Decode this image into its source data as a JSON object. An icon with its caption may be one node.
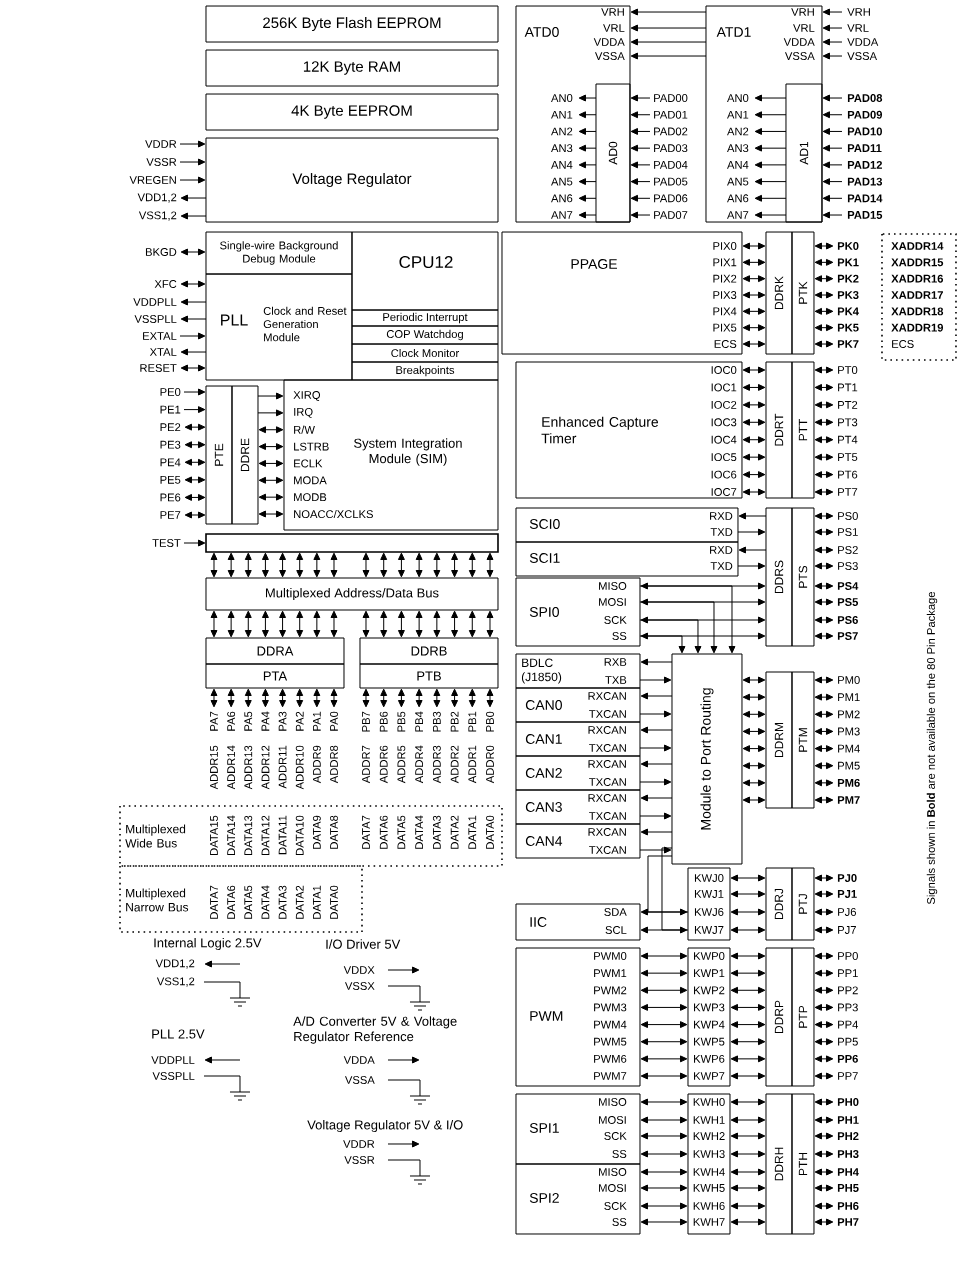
{
  "diagram": {
    "nodes": [
      {
        "text": [
          "256K Byte Flash EEPROM"
        ]
      },
      {
        "text": [
          "12K Byte RAM"
        ]
      },
      {
        "text": [
          "4K Byte EEPROM"
        ]
      },
      {
        "text": [
          "Voltage Regulator"
        ],
        "beside": [
          "VDDR",
          "VSSR",
          "VREGEN",
          "VDD1,2",
          "VSS1,2"
        ]
      },
      {
        "text": [
          "Single-wire Background Debug Module"
        ],
        "beside": [
          "BKGD"
        ]
      },
      {
        "text": [
          "CPU12"
        ]
      },
      {
        "text": [
          "PLL",
          "Clock and Reset Generation Module"
        ],
        "beside": [
          "XFC",
          "VDDPLL",
          "VSSPLL",
          "EXTAL",
          "XTAL",
          "RESET"
        ]
      },
      {
        "text": [
          "Periodic Interrupt"
        ]
      },
      {
        "text": [
          "COP Watchdog"
        ]
      },
      {
        "text": [
          "Clock Monitor"
        ]
      },
      {
        "text": [
          "Breakpoints"
        ]
      },
      {
        "text": [
          "PTE"
        ],
        "beside": [
          "PE0",
          "PE1",
          "PE2",
          "PE3",
          "PE4",
          "PE5",
          "PE6",
          "PE7"
        ]
      },
      {
        "text": [
          "DDRE"
        ]
      },
      {
        "text": [
          "System Integration Module (SIM)"
        ]
      },
      {
        "text": [],
        "shape": "bar",
        "beside": [
          "TEST"
        ]
      },
      {
        "text": [
          "Multiplexed Address/Data Bus"
        ]
      },
      {
        "text": [
          "DDRA"
        ]
      },
      {
        "text": [
          "PTA"
        ],
        "beside": [
          "PA7",
          "PA6",
          "PA5",
          "PA4",
          "PA3",
          "PA2",
          "PA1",
          "PA0"
        ]
      },
      {
        "text": [
          "DDRB"
        ]
      },
      {
        "text": [
          "PTB"
        ],
        "beside": [
          "PB7",
          "PB6",
          "PB5",
          "PB4",
          "PB3",
          "PB2",
          "PB1",
          "PB0"
        ]
      },
      {
        "text": [
          "ATD0"
        ],
        "beside": [
          "PAD00",
          "PAD01",
          "PAD02",
          "PAD03",
          "PAD04",
          "PAD05",
          "PAD06",
          "PAD07"
        ]
      },
      {
        "text": [
          "AD0"
        ],
        "in": 20,
        "beside": [
          "AN0",
          "AN1",
          "AN2",
          "AN3",
          "AN4",
          "AN5",
          "AN6",
          "AN7"
        ]
      },
      {
        "text": [
          "ATD1"
        ],
        "beside": [
          "VRH",
          "VRL",
          "VDDA",
          "VSSA",
          "PAD08",
          "PAD09",
          "PAD10",
          "PAD11",
          "PAD12",
          "PAD13",
          "PAD14",
          "PAD15"
        ]
      },
      {
        "text": [
          "AD1"
        ],
        "in": 22,
        "beside": [
          "AN0",
          "AN1",
          "AN2",
          "AN3",
          "AN4",
          "AN5",
          "AN6",
          "AN7"
        ]
      },
      {
        "text": [
          "PPAGE"
        ]
      },
      {
        "text": [
          "DDRK"
        ]
      },
      {
        "text": [
          "PTK"
        ],
        "beside": [
          "PK0",
          "PK1",
          "PK2",
          "PK3",
          "PK4",
          "PK5",
          "PK7"
        ]
      },
      {
        "text": [
          "Enhanced Capture Timer"
        ]
      },
      {
        "text": [
          "DDRT"
        ]
      },
      {
        "text": [
          "PTT"
        ],
        "beside": [
          "PT0",
          "PT1",
          "PT2",
          "PT3",
          "PT4",
          "PT5",
          "PT6",
          "PT7"
        ]
      },
      {
        "text": [
          "SCI0"
        ]
      },
      {
        "text": [
          "SCI1"
        ]
      },
      {
        "text": [
          "SPI0"
        ]
      },
      {
        "text": [
          "DDRS"
        ]
      },
      {
        "text": [
          "PTS"
        ],
        "beside": [
          "PS0",
          "PS1",
          "PS2",
          "PS3",
          "PS4",
          "PS5",
          "PS6",
          "PS7"
        ]
      },
      {
        "text": [
          "BDLC (J1850)"
        ]
      },
      {
        "text": [
          "CAN0"
        ]
      },
      {
        "text": [
          "CAN1"
        ]
      },
      {
        "text": [
          "CAN2"
        ]
      },
      {
        "text": [
          "CAN3"
        ]
      },
      {
        "text": [
          "CAN4"
        ]
      },
      {
        "text": [
          "Module to Port Routing"
        ]
      },
      {
        "text": [
          "DDRM"
        ]
      },
      {
        "text": [
          "PTM"
        ],
        "beside": [
          "PM0",
          "PM1",
          "PM2",
          "PM3",
          "PM4",
          "PM5",
          "PM6",
          "PM7"
        ]
      },
      {
        "text": [],
        "shape": "box"
      },
      {
        "text": [
          "DDRJ"
        ]
      },
      {
        "text": [
          "PTJ"
        ],
        "beside": [
          "PJ0",
          "PJ1",
          "PJ6",
          "PJ7"
        ]
      },
      {
        "text": [
          "IIC"
        ]
      },
      {
        "text": [
          "PWM"
        ]
      },
      {
        "text": [],
        "shape": "box"
      },
      {
        "text": [
          "DDRP"
        ]
      },
      {
        "text": [
          "PTP"
        ],
        "beside": [
          "PP0",
          "PP1",
          "PP2",
          "PP3",
          "PP4",
          "PP5",
          "PP6",
          "PP7"
        ]
      },
      {
        "text": [
          "SPI1"
        ]
      },
      {
        "text": [
          "SPI2"
        ]
      },
      {
        "text": [],
        "shape": "box"
      },
      {
        "text": [
          "DDRH"
        ]
      },
      {
        "text": [
          "PTH"
        ],
        "beside": [
          "PH0",
          "PH1",
          "PH2",
          "PH3",
          "PH4",
          "PH5",
          "PH6",
          "PH7"
        ]
      }
    ],
    "edges": [
      {
        "from": 22,
        "to": 20,
        "arrow": "to"
      },
      {
        "from": 22,
        "to": 20,
        "arrow": "to"
      },
      {
        "from": 22,
        "to": 20,
        "arrow": "to"
      },
      {
        "from": 22,
        "to": 20,
        "arrow": "to"
      },
      {
        "from": 24,
        "to": 25,
        "arrow": "both"
      },
      {
        "from": 24,
        "to": 25,
        "arrow": "both"
      },
      {
        "from": 24,
        "to": 25,
        "arrow": "both"
      },
      {
        "from": 24,
        "to": 25,
        "arrow": "both"
      },
      {
        "from": 24,
        "to": 25,
        "arrow": "both"
      },
      {
        "from": 24,
        "to": 25,
        "arrow": "both"
      },
      {
        "from": 24,
        "to": 25,
        "arrow": "both"
      },
      {
        "from": 27,
        "to": 28,
        "arrow": "both"
      },
      {
        "from": 27,
        "to": 28,
        "arrow": "both"
      },
      {
        "from": 27,
        "to": 28,
        "arrow": "both"
      },
      {
        "from": 27,
        "to": 28,
        "arrow": "both"
      },
      {
        "from": 27,
        "to": 28,
        "arrow": "both"
      },
      {
        "from": 27,
        "to": 28,
        "arrow": "both"
      },
      {
        "from": 27,
        "to": 28,
        "arrow": "both"
      },
      {
        "from": 27,
        "to": 28,
        "arrow": "both"
      },
      {
        "from": 33,
        "to": 30,
        "arrow": "to"
      },
      {
        "from": 30,
        "to": 33,
        "arrow": "to"
      },
      {
        "from": 33,
        "to": 31,
        "arrow": "to"
      },
      {
        "from": 31,
        "to": 33,
        "arrow": "to"
      },
      {
        "from": 32,
        "to": 33,
        "arrow": "both"
      },
      {
        "from": 32,
        "to": 33,
        "arrow": "both"
      },
      {
        "from": 32,
        "to": 33,
        "arrow": "both"
      },
      {
        "from": 32,
        "to": 33,
        "arrow": "both"
      },
      {
        "from": 41,
        "to": 35,
        "arrow": "to"
      },
      {
        "from": 35,
        "to": 41,
        "arrow": "to"
      },
      {
        "from": 41,
        "to": 36,
        "arrow": "to"
      },
      {
        "from": 36,
        "to": 41,
        "arrow": "to"
      },
      {
        "from": 41,
        "to": 37,
        "arrow": "to"
      },
      {
        "from": 37,
        "to": 41,
        "arrow": "to"
      },
      {
        "from": 41,
        "to": 38,
        "arrow": "to"
      },
      {
        "from": 38,
        "to": 41,
        "arrow": "to"
      },
      {
        "from": 41,
        "to": 39,
        "arrow": "to"
      },
      {
        "from": 39,
        "to": 41,
        "arrow": "to"
      },
      {
        "from": 41,
        "to": 40,
        "arrow": "to"
      },
      {
        "from": 40,
        "to": 41,
        "arrow": "to"
      },
      {
        "from": 41,
        "to": 42,
        "arrow": "both"
      },
      {
        "from": 41,
        "to": 42,
        "arrow": "both"
      },
      {
        "from": 41,
        "to": 42,
        "arrow": "both"
      },
      {
        "from": 41,
        "to": 42,
        "arrow": "both"
      },
      {
        "from": 41,
        "to": 42,
        "arrow": "both"
      },
      {
        "from": 41,
        "to": 42,
        "arrow": "both"
      },
      {
        "from": 41,
        "to": 42,
        "arrow": "both"
      },
      {
        "from": 41,
        "to": 42,
        "arrow": "both"
      },
      {
        "from": 44,
        "to": 45,
        "arrow": "both"
      },
      {
        "from": 44,
        "to": 45,
        "arrow": "both"
      },
      {
        "from": 44,
        "to": 45,
        "arrow": "both"
      },
      {
        "from": 44,
        "to": 45,
        "arrow": "both"
      },
      {
        "from": 47,
        "to": 44,
        "arrow": "both"
      },
      {
        "from": 47,
        "to": 44,
        "arrow": "both"
      },
      {
        "from": 48,
        "to": 49,
        "arrow": "both"
      },
      {
        "from": 48,
        "to": 49,
        "arrow": "both"
      },
      {
        "from": 48,
        "to": 49,
        "arrow": "both"
      },
      {
        "from": 48,
        "to": 49,
        "arrow": "both"
      },
      {
        "from": 48,
        "to": 49,
        "arrow": "both"
      },
      {
        "from": 48,
        "to": 49,
        "arrow": "both"
      },
      {
        "from": 48,
        "to": 49,
        "arrow": "both"
      },
      {
        "from": 48,
        "to": 49,
        "arrow": "both"
      },
      {
        "from": 49,
        "to": 50,
        "arrow": "both"
      },
      {
        "from": 49,
        "to": 50,
        "arrow": "both"
      },
      {
        "from": 49,
        "to": 50,
        "arrow": "both"
      },
      {
        "from": 49,
        "to": 50,
        "arrow": "both"
      },
      {
        "from": 49,
        "to": 50,
        "arrow": "both"
      },
      {
        "from": 49,
        "to": 50,
        "arrow": "both"
      },
      {
        "from": 49,
        "to": 50,
        "arrow": "both"
      },
      {
        "from": 49,
        "to": 50,
        "arrow": "both"
      },
      {
        "from": 52,
        "to": 54,
        "arrow": "both"
      },
      {
        "from": 52,
        "to": 54,
        "arrow": "both"
      },
      {
        "from": 52,
        "to": 54,
        "arrow": "both"
      },
      {
        "from": 52,
        "to": 54,
        "arrow": "both"
      },
      {
        "from": 53,
        "to": 54,
        "arrow": "both"
      },
      {
        "from": 53,
        "to": 54,
        "arrow": "both"
      },
      {
        "from": 53,
        "to": 54,
        "arrow": "both"
      },
      {
        "from": 53,
        "to": 54,
        "arrow": "both"
      },
      {
        "from": 54,
        "to": 55,
        "arrow": "both"
      },
      {
        "from": 54,
        "to": 55,
        "arrow": "both"
      },
      {
        "from": 54,
        "to": 55,
        "arrow": "both"
      },
      {
        "from": 54,
        "to": 55,
        "arrow": "both"
      },
      {
        "from": 54,
        "to": 55,
        "arrow": "both"
      },
      {
        "from": 54,
        "to": 55,
        "arrow": "both"
      },
      {
        "from": 54,
        "to": 55,
        "arrow": "both"
      },
      {
        "from": 54,
        "to": 55,
        "arrow": "both"
      },
      {
        "from": 12,
        "to": 13,
        "arrow": "to"
      },
      {
        "from": 12,
        "to": 13,
        "arrow": "to"
      },
      {
        "from": 12,
        "to": 13,
        "arrow": "both"
      },
      {
        "from": 12,
        "to": 13,
        "arrow": "both"
      },
      {
        "from": 12,
        "to": 13,
        "arrow": "both"
      },
      {
        "from": 12,
        "to": 13,
        "arrow": "both"
      },
      {
        "from": 12,
        "to": 13,
        "arrow": "both"
      },
      {
        "from": 12,
        "to": 13,
        "arrow": "both"
      },
      {
        "from": 14,
        "to": 15,
        "arrow": "both"
      },
      {
        "from": 14,
        "to": 15,
        "arrow": "both"
      },
      {
        "from": 14,
        "to": 15,
        "arrow": "both"
      },
      {
        "from": 14,
        "to": 15,
        "arrow": "both"
      },
      {
        "from": 14,
        "to": 15,
        "arrow": "both"
      },
      {
        "from": 14,
        "to": 15,
        "arrow": "both"
      },
      {
        "from": 14,
        "to": 15,
        "arrow": "both"
      },
      {
        "from": 14,
        "to": 15,
        "arrow": "both"
      },
      {
        "from": 14,
        "to": 15,
        "arrow": "both"
      },
      {
        "from": 14,
        "to": 15,
        "arrow": "both"
      },
      {
        "from": 14,
        "to": 15,
        "arrow": "both"
      },
      {
        "from": 14,
        "to": 15,
        "arrow": "both"
      },
      {
        "from": 14,
        "to": 15,
        "arrow": "both"
      },
      {
        "from": 14,
        "to": 15,
        "arrow": "both"
      },
      {
        "from": 14,
        "to": 15,
        "arrow": "both"
      },
      {
        "from": 14,
        "to": 15,
        "arrow": "both"
      },
      {
        "from": 15,
        "to": 16,
        "arrow": "both"
      },
      {
        "from": 15,
        "to": 16,
        "arrow": "both"
      },
      {
        "from": 15,
        "to": 16,
        "arrow": "both"
      },
      {
        "from": 15,
        "to": 16,
        "arrow": "both"
      },
      {
        "from": 15,
        "to": 16,
        "arrow": "both"
      },
      {
        "from": 15,
        "to": 16,
        "arrow": "both"
      },
      {
        "from": 15,
        "to": 16,
        "arrow": "both"
      },
      {
        "from": 15,
        "to": 16,
        "arrow": "both"
      },
      {
        "from": 15,
        "to": 18,
        "arrow": "both"
      },
      {
        "from": 15,
        "to": 18,
        "arrow": "both"
      },
      {
        "from": 15,
        "to": 18,
        "arrow": "both"
      },
      {
        "from": 15,
        "to": 18,
        "arrow": "both"
      },
      {
        "from": 15,
        "to": 18,
        "arrow": "both"
      },
      {
        "from": 15,
        "to": 18,
        "arrow": "both"
      },
      {
        "from": 15,
        "to": 18,
        "arrow": "both"
      },
      {
        "from": 15,
        "to": 18,
        "arrow": "both"
      },
      {
        "from": 32,
        "to": 41,
        "arrow": "to"
      },
      {
        "from": 32,
        "to": 41,
        "arrow": "to"
      },
      {
        "from": 32,
        "to": 41,
        "arrow": "to"
      },
      {
        "from": 32,
        "to": 41,
        "arrow": "to"
      },
      {
        "from": 41,
        "to": 44,
        "arrow": "none"
      },
      {
        "from": 41,
        "to": 44,
        "arrow": "none"
      },
      {
        "from": null,
        "to": 3,
        "arrow": "to"
      },
      {
        "from": null,
        "to": 3,
        "arrow": "to"
      },
      {
        "from": null,
        "to": 3,
        "arrow": "to"
      },
      {
        "from": 3,
        "to": null,
        "arrow": "to"
      },
      {
        "from": 3,
        "to": null,
        "arrow": "to"
      },
      {
        "from": null,
        "to": 4,
        "arrow": "both"
      },
      {
        "from": null,
        "to": 6,
        "arrow": "both"
      },
      {
        "from": 6,
        "to": null,
        "arrow": "to"
      },
      {
        "from": 6,
        "to": null,
        "arrow": "to"
      },
      {
        "from": null,
        "to": 6,
        "arrow": "to"
      },
      {
        "from": 6,
        "to": null,
        "arrow": "to"
      },
      {
        "from": null,
        "to": 6,
        "arrow": "both"
      },
      {
        "from": null,
        "to": 11,
        "arrow": "to"
      },
      {
        "from": null,
        "to": 11,
        "arrow": "to"
      },
      {
        "from": null,
        "to": 11,
        "arrow": "both"
      },
      {
        "from": null,
        "to": 11,
        "arrow": "both"
      },
      {
        "from": null,
        "to": 11,
        "arrow": "both"
      },
      {
        "from": null,
        "to": 11,
        "arrow": "both"
      },
      {
        "from": null,
        "to": 11,
        "arrow": "both"
      },
      {
        "from": null,
        "to": 11,
        "arrow": "both"
      },
      {
        "from": null,
        "to": 14,
        "arrow": "to"
      },
      {
        "from": null,
        "to": 17,
        "arrow": "both"
      },
      {
        "from": null,
        "to": 17,
        "arrow": "both"
      },
      {
        "from": null,
        "to": 17,
        "arrow": "both"
      },
      {
        "from": null,
        "to": 17,
        "arrow": "both"
      },
      {
        "from": null,
        "to": 17,
        "arrow": "both"
      },
      {
        "from": null,
        "to": 17,
        "arrow": "both"
      },
      {
        "from": null,
        "to": 17,
        "arrow": "both"
      },
      {
        "from": null,
        "to": 17,
        "arrow": "both"
      },
      {
        "from": null,
        "to": 19,
        "arrow": "both"
      },
      {
        "from": null,
        "to": 19,
        "arrow": "both"
      },
      {
        "from": null,
        "to": 19,
        "arrow": "both"
      },
      {
        "from": null,
        "to": 19,
        "arrow": "both"
      },
      {
        "from": null,
        "to": 19,
        "arrow": "both"
      },
      {
        "from": null,
        "to": 19,
        "arrow": "both"
      },
      {
        "from": null,
        "to": 19,
        "arrow": "both"
      },
      {
        "from": null,
        "to": 19,
        "arrow": "both"
      },
      {
        "from": 21,
        "to": null,
        "arrow": "to"
      },
      {
        "from": 21,
        "to": null,
        "arrow": "to"
      },
      {
        "from": 21,
        "to": null,
        "arrow": "to"
      },
      {
        "from": 21,
        "to": null,
        "arrow": "to"
      },
      {
        "from": 21,
        "to": null,
        "arrow": "to"
      },
      {
        "from": 21,
        "to": null,
        "arrow": "to"
      },
      {
        "from": 21,
        "to": null,
        "arrow": "to"
      },
      {
        "from": 21,
        "to": null,
        "arrow": "to"
      },
      {
        "from": null,
        "to": 20,
        "arrow": "to"
      },
      {
        "from": null,
        "to": 20,
        "arrow": "to"
      },
      {
        "from": null,
        "to": 20,
        "arrow": "to"
      },
      {
        "from": null,
        "to": 20,
        "arrow": "to"
      },
      {
        "from": null,
        "to": 20,
        "arrow": "to"
      },
      {
        "from": null,
        "to": 20,
        "arrow": "to"
      },
      {
        "from": null,
        "to": 20,
        "arrow": "to"
      },
      {
        "from": null,
        "to": 20,
        "arrow": "to"
      },
      {
        "from": null,
        "to": 22,
        "arrow": "to"
      },
      {
        "from": null,
        "to": 22,
        "arrow": "to"
      },
      {
        "from": null,
        "to": 22,
        "arrow": "to"
      },
      {
        "from": null,
        "to": 22,
        "arrow": "to"
      },
      {
        "from": 23,
        "to": null,
        "arrow": "to"
      },
      {
        "from": 23,
        "to": null,
        "arrow": "to"
      },
      {
        "from": 23,
        "to": null,
        "arrow": "to"
      },
      {
        "from": 23,
        "to": null,
        "arrow": "to"
      },
      {
        "from": 23,
        "to": null,
        "arrow": "to"
      },
      {
        "from": 23,
        "to": null,
        "arrow": "to"
      },
      {
        "from": 23,
        "to": null,
        "arrow": "to"
      },
      {
        "from": 23,
        "to": null,
        "arrow": "to"
      },
      {
        "from": null,
        "to": 22,
        "arrow": "to"
      },
      {
        "from": null,
        "to": 22,
        "arrow": "to"
      },
      {
        "from": null,
        "to": 22,
        "arrow": "to"
      },
      {
        "from": null,
        "to": 22,
        "arrow": "to"
      },
      {
        "from": null,
        "to": 22,
        "arrow": "to"
      },
      {
        "from": null,
        "to": 22,
        "arrow": "to"
      },
      {
        "from": null,
        "to": 22,
        "arrow": "to"
      },
      {
        "from": null,
        "to": 22,
        "arrow": "to"
      },
      {
        "from": null,
        "to": 26,
        "arrow": "both"
      },
      {
        "from": null,
        "to": 26,
        "arrow": "both"
      },
      {
        "from": null,
        "to": 26,
        "arrow": "both"
      },
      {
        "from": null,
        "to": 26,
        "arrow": "both"
      },
      {
        "from": null,
        "to": 26,
        "arrow": "both"
      },
      {
        "from": null,
        "to": 26,
        "arrow": "both"
      },
      {
        "from": null,
        "to": 26,
        "arrow": "both"
      },
      {
        "from": null,
        "to": 29,
        "arrow": "both"
      },
      {
        "from": null,
        "to": 29,
        "arrow": "both"
      },
      {
        "from": null,
        "to": 29,
        "arrow": "both"
      },
      {
        "from": null,
        "to": 29,
        "arrow": "both"
      },
      {
        "from": null,
        "to": 29,
        "arrow": "both"
      },
      {
        "from": null,
        "to": 29,
        "arrow": "both"
      },
      {
        "from": null,
        "to": 29,
        "arrow": "both"
      },
      {
        "from": null,
        "to": 29,
        "arrow": "both"
      },
      {
        "from": null,
        "to": 34,
        "arrow": "both"
      },
      {
        "from": null,
        "to": 34,
        "arrow": "both"
      },
      {
        "from": null,
        "to": 34,
        "arrow": "both"
      },
      {
        "from": null,
        "to": 34,
        "arrow": "both"
      },
      {
        "from": null,
        "to": 34,
        "arrow": "both"
      },
      {
        "from": null,
        "to": 34,
        "arrow": "both"
      },
      {
        "from": null,
        "to": 34,
        "arrow": "both"
      },
      {
        "from": null,
        "to": 34,
        "arrow": "both"
      },
      {
        "from": null,
        "to": 43,
        "arrow": "both"
      },
      {
        "from": null,
        "to": 43,
        "arrow": "both"
      },
      {
        "from": null,
        "to": 43,
        "arrow": "both"
      },
      {
        "from": null,
        "to": 43,
        "arrow": "both"
      },
      {
        "from": null,
        "to": 43,
        "arrow": "both"
      },
      {
        "from": null,
        "to": 43,
        "arrow": "both"
      },
      {
        "from": null,
        "to": 43,
        "arrow": "both"
      },
      {
        "from": null,
        "to": 43,
        "arrow": "both"
      },
      {
        "from": null,
        "to": 46,
        "arrow": "both"
      },
      {
        "from": null,
        "to": 46,
        "arrow": "both"
      },
      {
        "from": null,
        "to": 46,
        "arrow": "both"
      },
      {
        "from": null,
        "to": 46,
        "arrow": "both"
      },
      {
        "from": null,
        "to": 51,
        "arrow": "both"
      },
      {
        "from": null,
        "to": 51,
        "arrow": "both"
      },
      {
        "from": null,
        "to": 51,
        "arrow": "both"
      },
      {
        "from": null,
        "to": 51,
        "arrow": "both"
      },
      {
        "from": null,
        "to": 51,
        "arrow": "both"
      },
      {
        "from": null,
        "to": 51,
        "arrow": "both"
      },
      {
        "from": null,
        "to": 51,
        "arrow": "both"
      },
      {
        "from": null,
        "to": 51,
        "arrow": "both"
      },
      {
        "from": null,
        "to": 56,
        "arrow": "both"
      },
      {
        "from": null,
        "to": 56,
        "arrow": "both"
      },
      {
        "from": null,
        "to": 56,
        "arrow": "both"
      },
      {
        "from": null,
        "to": 56,
        "arrow": "both"
      },
      {
        "from": null,
        "to": 56,
        "arrow": "both"
      },
      {
        "from": null,
        "to": 56,
        "arrow": "both"
      },
      {
        "from": null,
        "to": 56,
        "arrow": "both"
      },
      {
        "from": null,
        "to": 56,
        "arrow": "both"
      }
    ],
    "labels": [
      "XIRQ",
      "IRQ",
      "R/W",
      "LSTRB",
      "ECLK",
      "MODA",
      "MODB",
      "NOACC/XCLKS",
      "ADDR15",
      "ADDR14",
      "ADDR13",
      "ADDR12",
      "ADDR11",
      "ADDR10",
      "ADDR9",
      "ADDR8",
      "ADDR7",
      "ADDR6",
      "ADDR5",
      "ADDR4",
      "ADDR3",
      "ADDR2",
      "ADDR1",
      "ADDR0",
      "Multiplexed Wide Bus",
      "DATA15",
      "DATA14",
      "DATA13",
      "DATA12",
      "DATA11",
      "DATA10",
      "DATA9",
      "DATA8",
      "DATA7",
      "DATA6",
      "DATA5",
      "DATA4",
      "DATA3",
      "DATA2",
      "DATA1",
      "DATA0",
      "Multiplexed Narrow Bus",
      "DATA7",
      "DATA6",
      "DATA5",
      "DATA4",
      "DATA3",
      "DATA2",
      "DATA1",
      "DATA0",
      "Internal Logic 2.5V",
      "VDD1,2",
      "VSS1,2",
      "I/O Driver 5V",
      "VDDX",
      "VSSX",
      "PLL 2.5V",
      "VDDPLL",
      "VSSPLL",
      "A/D Converter 5V & Voltage Regulator Reference",
      "VDDA",
      "VSSA",
      "Voltage Regulator 5V & I/O",
      "VDDR",
      "VSSR",
      "VRH",
      "VRL",
      "VDDA",
      "VSSA",
      "VRH",
      "VRL",
      "VDDA",
      "VSSA",
      "PIX0",
      "PIX1",
      "PIX2",
      "PIX3",
      "PIX4",
      "PIX5",
      "ECS",
      "XADDR14",
      "XADDR15",
      "XADDR16",
      "XADDR17",
      "XADDR18",
      "XADDR19",
      "ECS",
      "IOC0",
      "IOC1",
      "IOC2",
      "IOC3",
      "IOC4",
      "IOC5",
      "IOC6",
      "IOC7",
      "RXD",
      "TXD",
      "RXD",
      "TXD",
      "MISO",
      "MOSI",
      "SCK",
      "SS",
      "RXB",
      "TXB",
      "RXCAN",
      "TXCAN",
      "RXCAN",
      "TXCAN",
      "RXCAN",
      "TXCAN",
      "RXCAN",
      "TXCAN",
      "RXCAN",
      "TXCAN",
      "KWJ0",
      "KWJ1",
      "KWJ6",
      "KWJ7",
      "SDA",
      "SCL",
      "PWM0",
      "PWM1",
      "PWM2",
      "PWM3",
      "PWM4",
      "PWM5",
      "PWM6",
      "PWM7",
      "KWP0",
      "KWP1",
      "KWP2",
      "KWP3",
      "KWP4",
      "KWP5",
      "KWP6",
      "KWP7",
      "MISO",
      "MOSI",
      "SCK",
      "SS",
      "MISO",
      "MOSI",
      "SCK",
      "SS",
      "KWH0",
      "KWH1",
      "KWH2",
      "KWH3",
      "KWH4",
      "KWH5",
      "KWH6",
      "KWH7",
      "Signals shown in **Bold** are not available on the 80 Pin Package"
    ]
  }
}
